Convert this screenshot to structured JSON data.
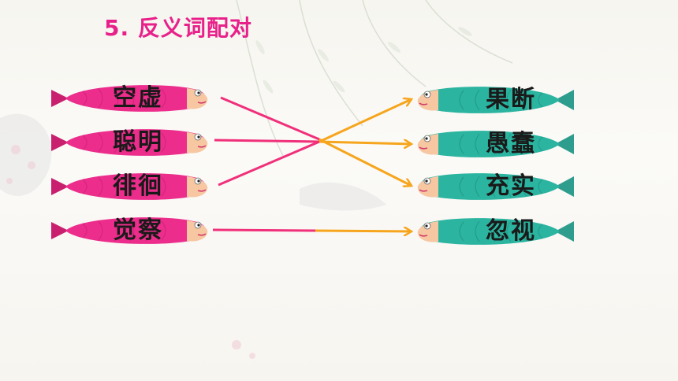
{
  "slide": {
    "title": "5. 反义词配对"
  },
  "left_words": [
    "空虚",
    "聪明",
    "徘徊",
    "觉察"
  ],
  "right_words": [
    "果断",
    "愚蠢",
    "充实",
    "忽视"
  ],
  "colors": {
    "title": "#e8218a",
    "left_fish": "#ec2d8c",
    "right_fish": "#2bb4a0",
    "line_pink": "#f0307a",
    "line_orange": "#f6a51c"
  },
  "icons": {
    "left_fish": "pink-fish-icon",
    "right_fish": "teal-fish-icon",
    "arrow": "arrow-icon"
  }
}
